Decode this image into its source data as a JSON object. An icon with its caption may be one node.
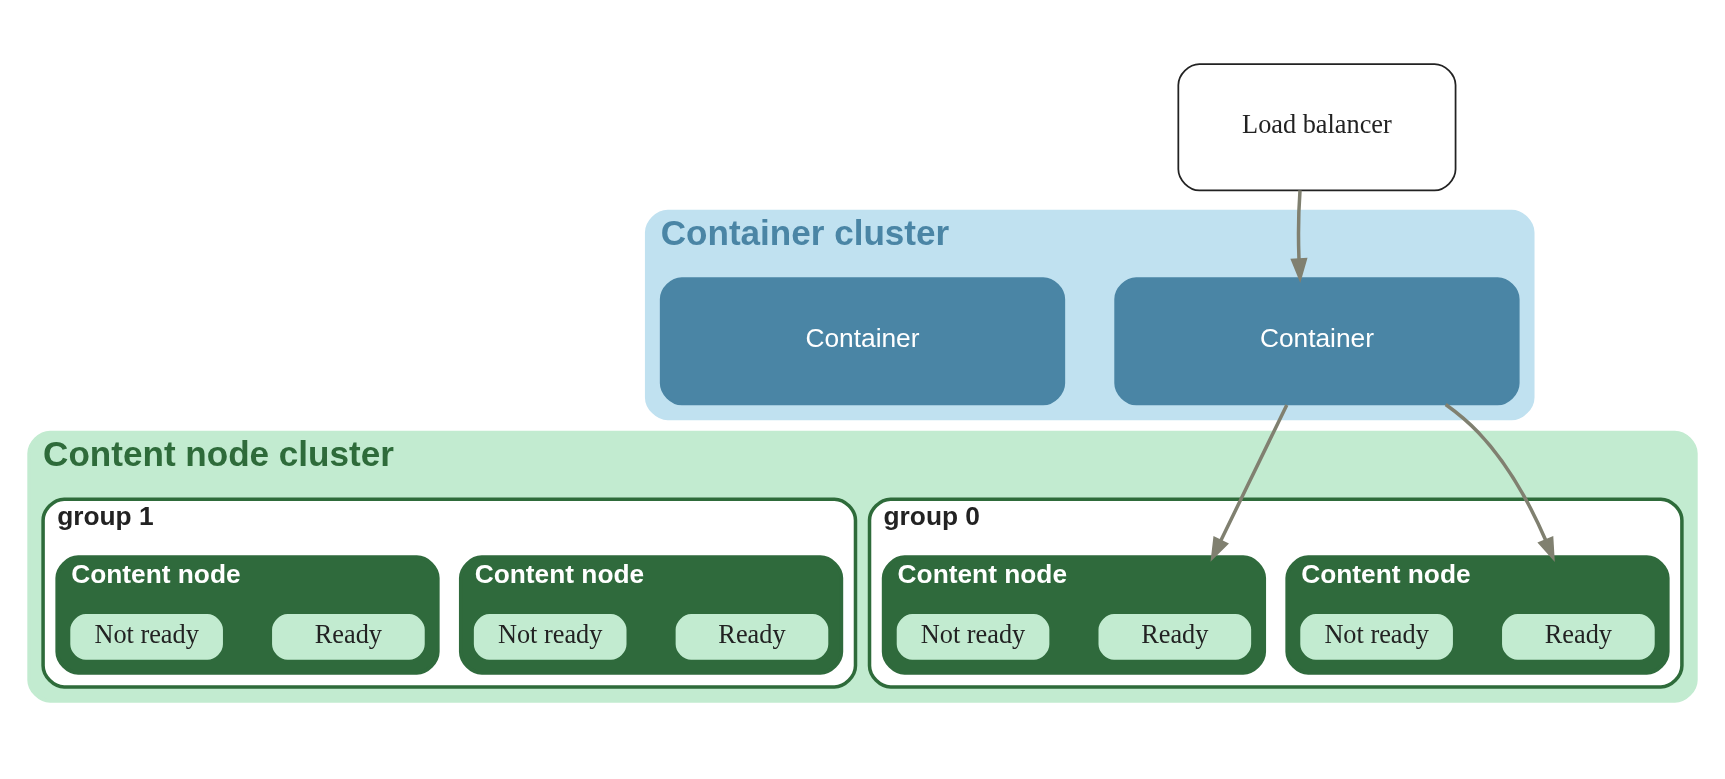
{
  "diagram": {
    "nodes": [
      {
        "text": [
          "Load balancer"
        ]
      },
      {
        "text": [
          "Container cluster"
        ]
      },
      {
        "text": [
          "Container"
        ],
        "in": 1
      },
      {
        "text": [
          "Container"
        ],
        "in": 1
      },
      {
        "text": [
          "Content node cluster"
        ]
      },
      {
        "text": [
          "group 0"
        ],
        "in": 4
      },
      {
        "text": [
          "Content node"
        ],
        "in": 5
      },
      {
        "text": [
          "Ready"
        ],
        "in": 6
      },
      {
        "text": [
          "Not ready"
        ],
        "in": 6
      },
      {
        "text": [
          "Content node"
        ],
        "in": 5
      },
      {
        "text": [
          "Ready"
        ],
        "in": 9
      },
      {
        "text": [
          "Not ready"
        ],
        "in": 9
      },
      {
        "text": [
          "group 1"
        ],
        "in": 4
      },
      {
        "text": [
          "Content node"
        ],
        "in": 12
      },
      {
        "text": [
          "Ready"
        ],
        "in": 13
      },
      {
        "text": [
          "Not ready"
        ],
        "in": 13
      },
      {
        "text": [
          "Content node"
        ],
        "in": 12
      },
      {
        "text": [
          "Ready"
        ],
        "in": 16
      },
      {
        "text": [
          "Not ready"
        ],
        "in": 16
      }
    ],
    "edges": [
      {
        "from": 0,
        "to": 2,
        "arrow": "to"
      },
      {
        "from": 2,
        "to": 6,
        "arrow": "to"
      },
      {
        "from": 2,
        "to": 9,
        "arrow": "to"
      }
    ]
  }
}
